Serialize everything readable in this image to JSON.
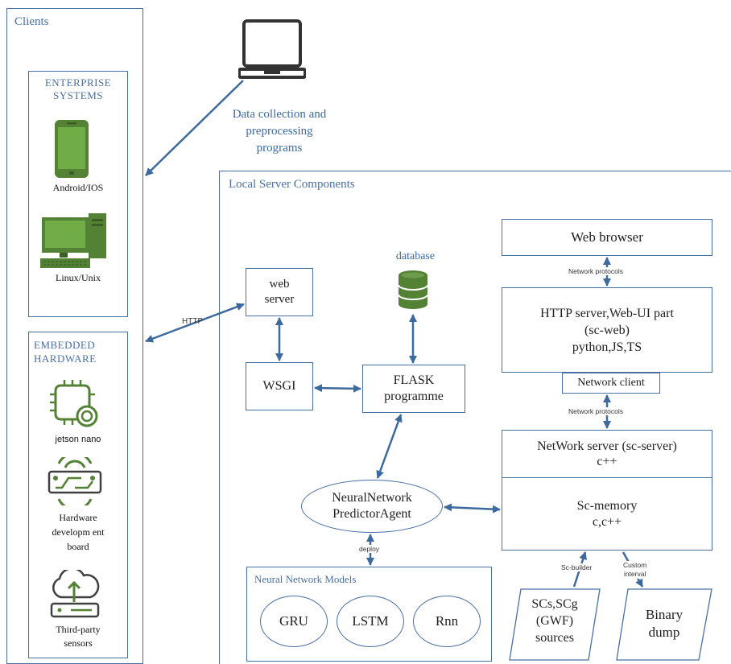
{
  "clients": {
    "title": "Clients",
    "enterprise": {
      "title_line1": "ENTERPRISE",
      "title_line2": "SYSTEMS",
      "android": "Android/IOS",
      "linux": "Linux/Unix"
    },
    "embedded": {
      "title_line1": "EMBEDDED",
      "title_line2": "HARDWARE",
      "jetson": "jetson nano",
      "board_line1": "Hardware",
      "board_line2": "developm ent",
      "board_line3": "board",
      "sensors_line1": "Third-party",
      "sensors_line2": "sensors"
    }
  },
  "data_collection": {
    "line1": "Data collection and",
    "line2": "preprocessing",
    "line3": "programs"
  },
  "local_server": {
    "title": "Local Server Components",
    "web_server": {
      "line1": "web",
      "line2": "server"
    },
    "wsgi": "WSGI",
    "flask": {
      "line1": "FLASK",
      "line2": "programme"
    },
    "database": "database",
    "agent": {
      "line1": "NeuralNetwork",
      "line2": "PredictorAgent"
    },
    "models": {
      "title": "Neural Network Models",
      "items": [
        "GRU",
        "LSTM",
        "Rnn"
      ]
    },
    "web_browser": "Web browser",
    "http_server": {
      "line1": "HTTP server,Web-UI part",
      "line2": "(sc-web)",
      "line3": "python,JS,TS"
    },
    "network_client": "Network client",
    "network_server": {
      "line1": "NetWork server (sc-server)",
      "line2": "c++"
    },
    "sc_memory": {
      "line1": "Sc-memory",
      "line2": "c,c++"
    },
    "sources": {
      "line1": "SCs,SCg",
      "line2": "(GWF)",
      "line3": "sources"
    },
    "binary_dump": {
      "line1": "Binary",
      "line2": "dump"
    }
  },
  "labels": {
    "http": "HTTP",
    "network_protocols_1": "Network protocols",
    "network_protocols_2": "Network protocols",
    "deploy": "deploy",
    "sc_builder": "Sc-builder",
    "custom_line1": "Custom",
    "custom_line2": "interval"
  },
  "colors": {
    "frame": "#4a6fa5",
    "arrow": "#3d6a9e",
    "icon_green": "#548235",
    "icon_dark": "#404040"
  }
}
